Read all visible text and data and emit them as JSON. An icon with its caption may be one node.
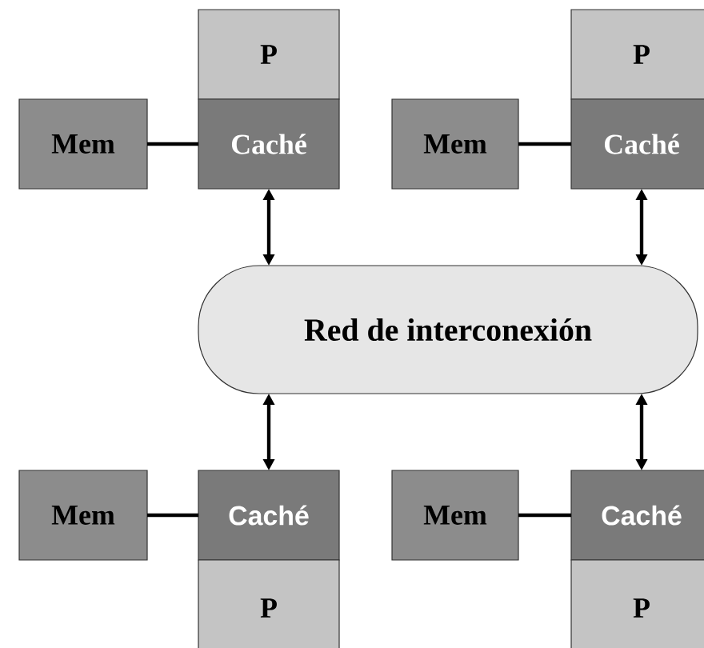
{
  "diagram": {
    "nodes": [
      {
        "text": [
          "P"
        ]
      },
      {
        "text": [
          "Mem"
        ]
      },
      {
        "text": [
          "Caché"
        ]
      },
      {
        "text": [
          "P"
        ]
      },
      {
        "text": [
          "Mem"
        ]
      },
      {
        "text": [
          "Caché"
        ]
      },
      {
        "text": [
          "Red de interconexión"
        ]
      },
      {
        "text": [
          "Mem"
        ]
      },
      {
        "text": [
          "Caché"
        ]
      },
      {
        "text": [
          "P"
        ]
      },
      {
        "text": [
          "Mem"
        ]
      },
      {
        "text": [
          "Caché"
        ]
      },
      {
        "text": [
          "P"
        ]
      }
    ],
    "edges": [
      {
        "from": 1,
        "to": 2,
        "arrow": "none"
      },
      {
        "from": 4,
        "to": 5,
        "arrow": "none"
      },
      {
        "from": 2,
        "to": 6,
        "arrow": "both"
      },
      {
        "from": 5,
        "to": 6,
        "arrow": "both"
      },
      {
        "from": 6,
        "to": 8,
        "arrow": "both"
      },
      {
        "from": 6,
        "to": 11,
        "arrow": "both"
      },
      {
        "from": 7,
        "to": 8,
        "arrow": "none"
      },
      {
        "from": 10,
        "to": 11,
        "arrow": "none"
      }
    ]
  }
}
